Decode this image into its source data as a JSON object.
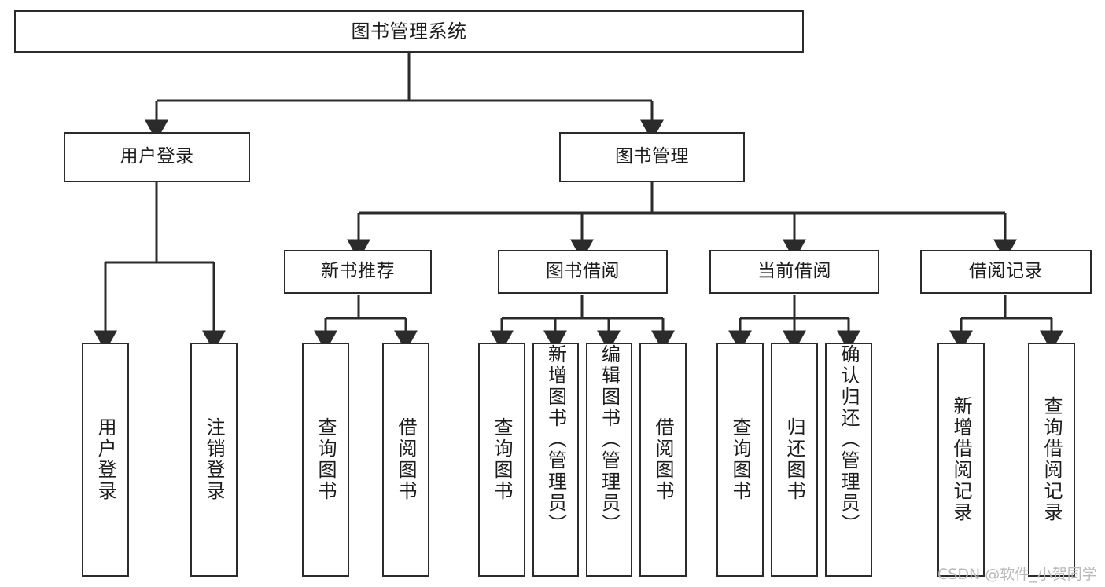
{
  "diagram": {
    "type": "tree",
    "title": "图书管理系统",
    "colors": {
      "stroke": "#2b2b2b",
      "fill": "#ffffff",
      "text": "#1d1d1d",
      "watermark": "#b9b9b9"
    },
    "root": {
      "label": "图书管理系统"
    },
    "level2": [
      {
        "label": "用户登录"
      },
      {
        "label": "图书管理"
      }
    ],
    "level3": [
      {
        "label": "新书推荐"
      },
      {
        "label": "图书借阅"
      },
      {
        "label": "当前借阅"
      },
      {
        "label": "借阅记录"
      }
    ],
    "leaves": {
      "user_login": [
        {
          "label": "用户登录"
        },
        {
          "label": "注销登录"
        }
      ],
      "new_book": [
        {
          "label": "查询图书"
        },
        {
          "label": "借阅图书"
        }
      ],
      "borrow_book": [
        {
          "label": "查询图书"
        },
        {
          "label": "新增图书（管理员）"
        },
        {
          "label": "编辑图书（管理员）"
        },
        {
          "label": "借阅图书"
        }
      ],
      "current_borrow": [
        {
          "label": "查询图书"
        },
        {
          "label": "归还图书"
        },
        {
          "label": "确认归还（管理员）"
        }
      ],
      "borrow_record": [
        {
          "label": "新增借阅记录"
        },
        {
          "label": "查询借阅记录"
        }
      ]
    }
  },
  "watermark": {
    "text": "CSDN @软件_小贺同学"
  }
}
